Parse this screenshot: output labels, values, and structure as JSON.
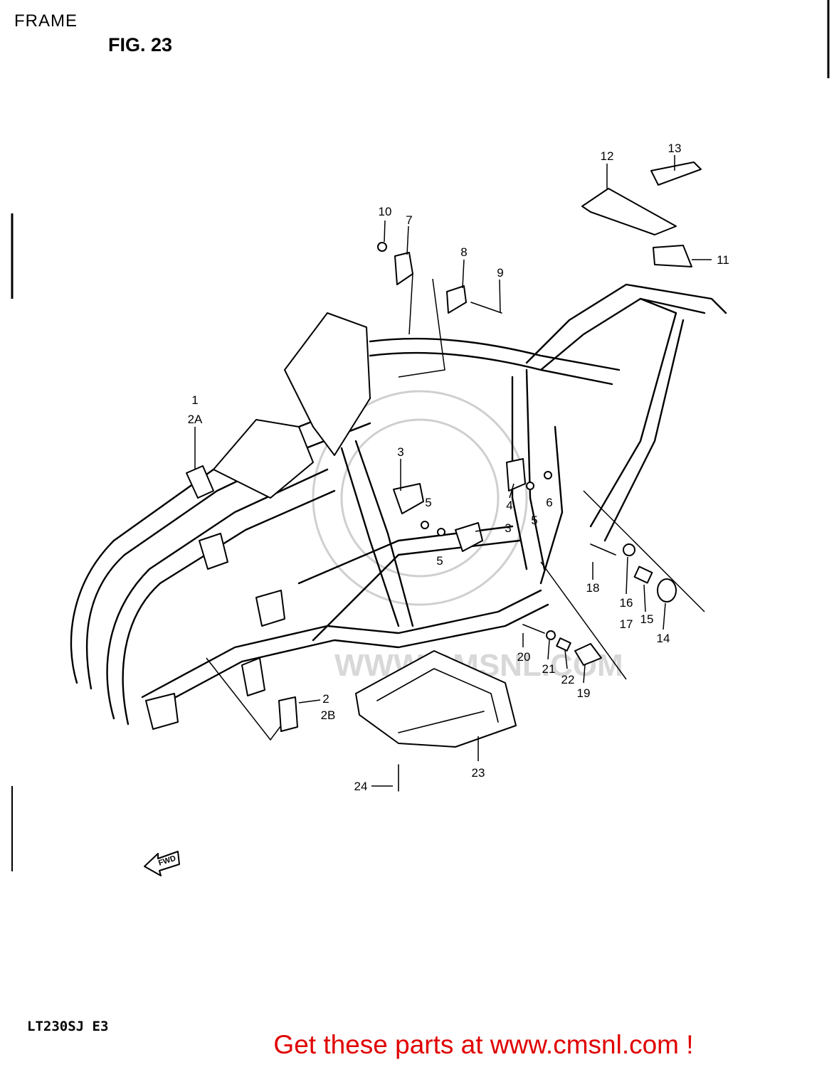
{
  "header": {
    "page_title": "FRAME",
    "figure_title": "FIG. 23"
  },
  "model_code": "LT230SJ E3",
  "footer": {
    "text": "Get these parts at www.cmsnl.com !",
    "color": "#e00000"
  },
  "diagram": {
    "labels": [
      "1",
      "2A",
      "2",
      "2B",
      "3",
      "3",
      "4",
      "5",
      "5",
      "5",
      "6",
      "7",
      "8",
      "9",
      "10",
      "11",
      "12",
      "13",
      "14",
      "15",
      "16",
      "17",
      "18",
      "19",
      "20",
      "21",
      "22",
      "23",
      "24"
    ],
    "fwd_arrow": "FWD"
  }
}
